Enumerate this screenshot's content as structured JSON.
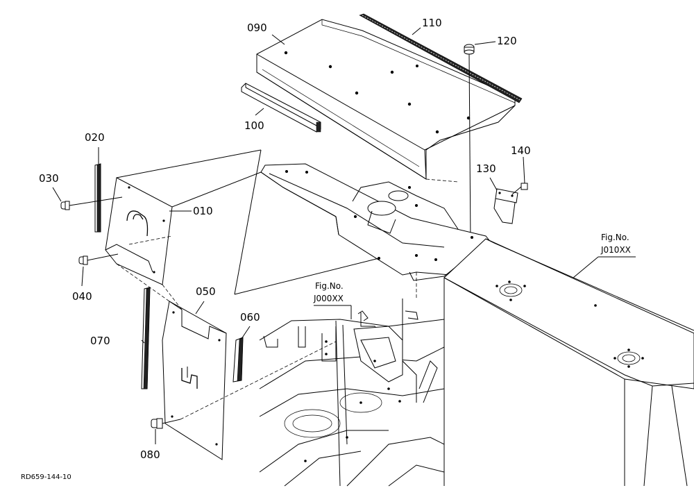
{
  "diagram": {
    "drawing_code": "RD659-144-10",
    "parts": [
      {
        "id": "part-010",
        "label": "010"
      },
      {
        "id": "part-020",
        "label": "020"
      },
      {
        "id": "part-030",
        "label": "030"
      },
      {
        "id": "part-040",
        "label": "040"
      },
      {
        "id": "part-050",
        "label": "050"
      },
      {
        "id": "part-060",
        "label": "060"
      },
      {
        "id": "part-070",
        "label": "070"
      },
      {
        "id": "part-080",
        "label": "080"
      },
      {
        "id": "part-090",
        "label": "090"
      },
      {
        "id": "part-100",
        "label": "100"
      },
      {
        "id": "part-110",
        "label": "110"
      },
      {
        "id": "part-120",
        "label": "120"
      },
      {
        "id": "part-130",
        "label": "130"
      },
      {
        "id": "part-140",
        "label": "140"
      }
    ],
    "figure_refs": [
      {
        "id": "fig-j010",
        "title": "Fig.No.",
        "number": "J010XX"
      },
      {
        "id": "fig-j000",
        "title": "Fig.No.",
        "number": "J000XX"
      }
    ]
  }
}
